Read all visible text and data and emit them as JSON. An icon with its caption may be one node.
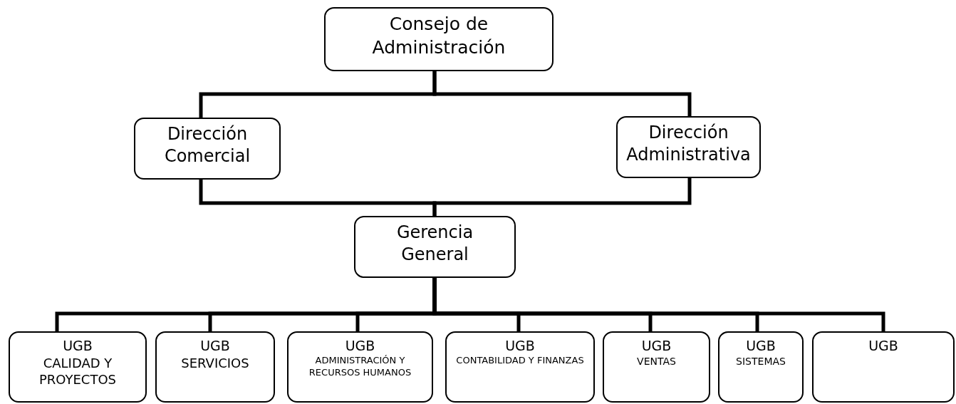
{
  "diagram": {
    "nodes": [
      {
        "text": [
          "Consejo de Administración"
        ]
      },
      {
        "text": [
          "Dirección Comercial"
        ]
      },
      {
        "text": [
          "Dirección Administrativa"
        ]
      },
      {
        "text": [
          "Gerencia General"
        ]
      },
      {
        "text": [
          "UGB",
          "CALIDAD Y PROYECTOS"
        ]
      },
      {
        "text": [
          "UGB",
          "SERVICIOS"
        ]
      },
      {
        "text": [
          "UGB",
          "ADMINISTRACIÓN Y RECURSOS HUMANOS"
        ]
      },
      {
        "text": [
          "UGB",
          "CONTABILIDAD Y FINANZAS"
        ]
      },
      {
        "text": [
          "UGB",
          "VENTAS"
        ]
      },
      {
        "text": [
          "UGB",
          "SISTEMAS"
        ]
      },
      {
        "text": [
          "UGB"
        ]
      }
    ],
    "edges": [
      {
        "from": 0,
        "to": 1,
        "arrow": "none"
      },
      {
        "from": 0,
        "to": 2,
        "arrow": "none"
      },
      {
        "from": 1,
        "to": 3,
        "arrow": "none"
      },
      {
        "from": 2,
        "to": 3,
        "arrow": "none"
      },
      {
        "from": 3,
        "to": 4,
        "arrow": "none"
      },
      {
        "from": 3,
        "to": 5,
        "arrow": "none"
      },
      {
        "from": 3,
        "to": 6,
        "arrow": "none"
      },
      {
        "from": 3,
        "to": 7,
        "arrow": "none"
      },
      {
        "from": 3,
        "to": 8,
        "arrow": "none"
      },
      {
        "from": 3,
        "to": 9,
        "arrow": "none"
      },
      {
        "from": 3,
        "to": 10,
        "arrow": "none"
      }
    ]
  }
}
